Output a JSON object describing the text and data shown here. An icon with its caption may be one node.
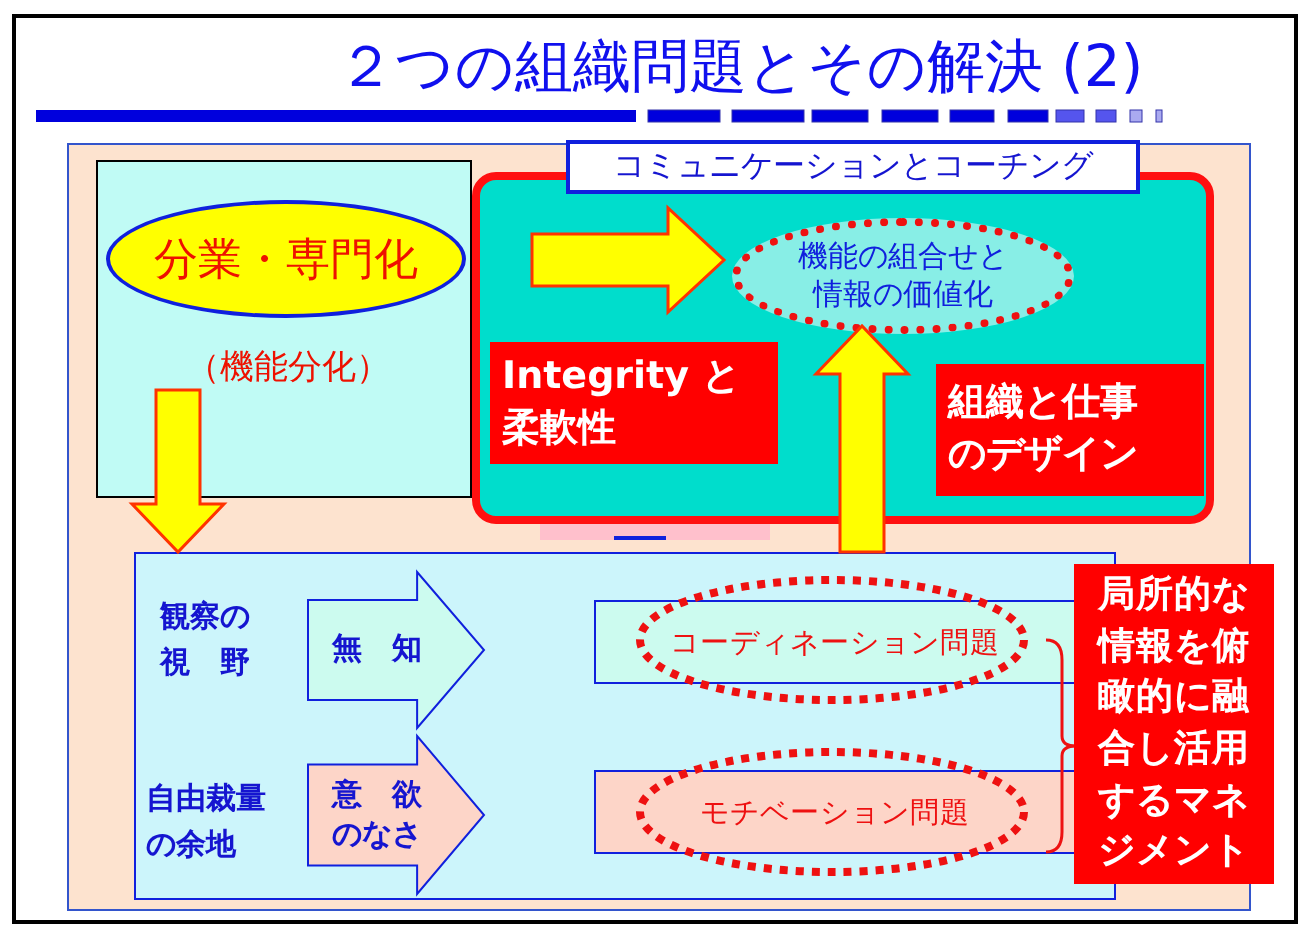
{
  "diagram": {
    "title": "２つの組織問題とその解決 (2)",
    "nodes": [
      {
        "text": [],
        "shape": "box"
      },
      {
        "text": [
          "分業・専門化"
        ],
        "in": 0,
        "beside": [
          "（機能分化）"
        ]
      },
      {
        "text": [],
        "shape": "box"
      },
      {
        "text": [
          "コミュニケーションとコーチング"
        ]
      },
      {
        "text": [
          "機能の組合せと情報の価値化"
        ],
        "in": 2
      },
      {
        "text": [
          "Integrity と柔軟性"
        ],
        "in": 2
      },
      {
        "text": [
          "組織と仕事のデザイン"
        ],
        "in": 2
      },
      {
        "text": [],
        "shape": "box"
      },
      {
        "text": [
          "無　知"
        ],
        "in": 7
      },
      {
        "text": [
          "意　欲のなさ"
        ],
        "in": 7
      },
      {
        "text": [
          "コーディネーション問題"
        ],
        "in": 7
      },
      {
        "text": [
          "モチベーション問題"
        ],
        "in": 7
      },
      {
        "text": [
          "局所的な情報を俯瞰的に融合し活用するマネジメント"
        ]
      }
    ],
    "edges": [
      {
        "from": 1,
        "to": 4,
        "arrow": "to"
      },
      {
        "from": 0,
        "to": 7,
        "arrow": "to"
      },
      {
        "from": 7,
        "to": 4,
        "arrow": "to"
      }
    ],
    "labels": [
      "観察の視　野",
      "自由裁量の余地"
    ]
  }
}
